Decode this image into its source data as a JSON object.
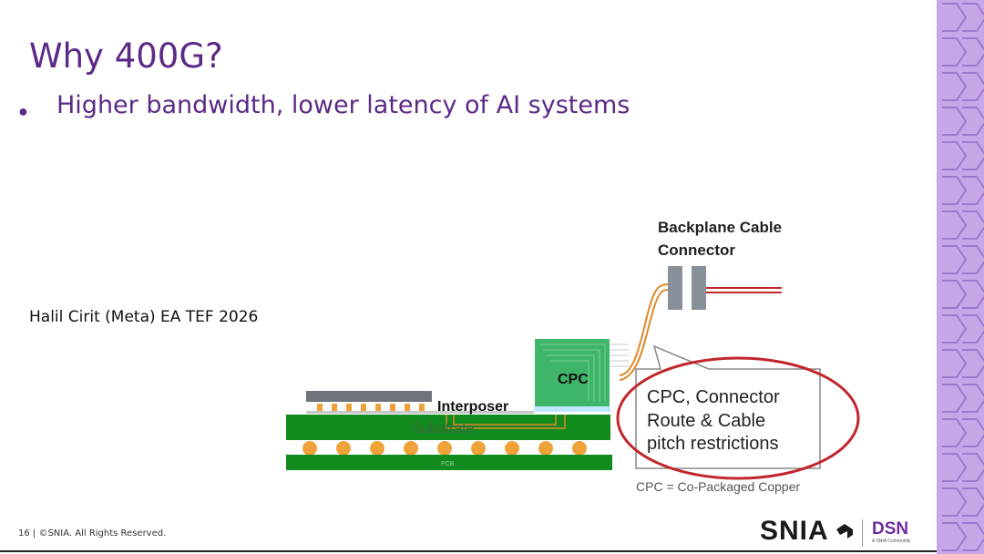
{
  "slide": {
    "title": "Why 400G?",
    "bullet": "Higher bandwidth, lower latency of AI systems",
    "credit": "Halil Cirit (Meta) EA TEF 2026",
    "footer": "16 | ©SNIA. All Rights Reserved."
  },
  "diagram": {
    "backplane_label_line1": "Backplane Cable",
    "backplane_label_line2": "Connector",
    "cpc_label": "CPC",
    "interposer_label": "Interposer",
    "substrate_label": "Substrate",
    "pcb_label": "PCB",
    "callout_line1": "CPC, Connector",
    "callout_line2": "Route & Cable",
    "callout_line3": "pitch restrictions",
    "footnote": "CPC = Co-Packaged Copper"
  },
  "logos": {
    "snia": "SNIA",
    "dsn": "DSN",
    "dsn_sub": "A SNIA Community"
  },
  "colors": {
    "title": "#5b2a86",
    "side_band": "#c7a6e8",
    "substrate_green": "#118a1e",
    "cpc_green": "#3fb56a",
    "cable_orange": "#e08a2a",
    "ball_orange": "#f0a23a",
    "callout_red": "#c0262b"
  }
}
